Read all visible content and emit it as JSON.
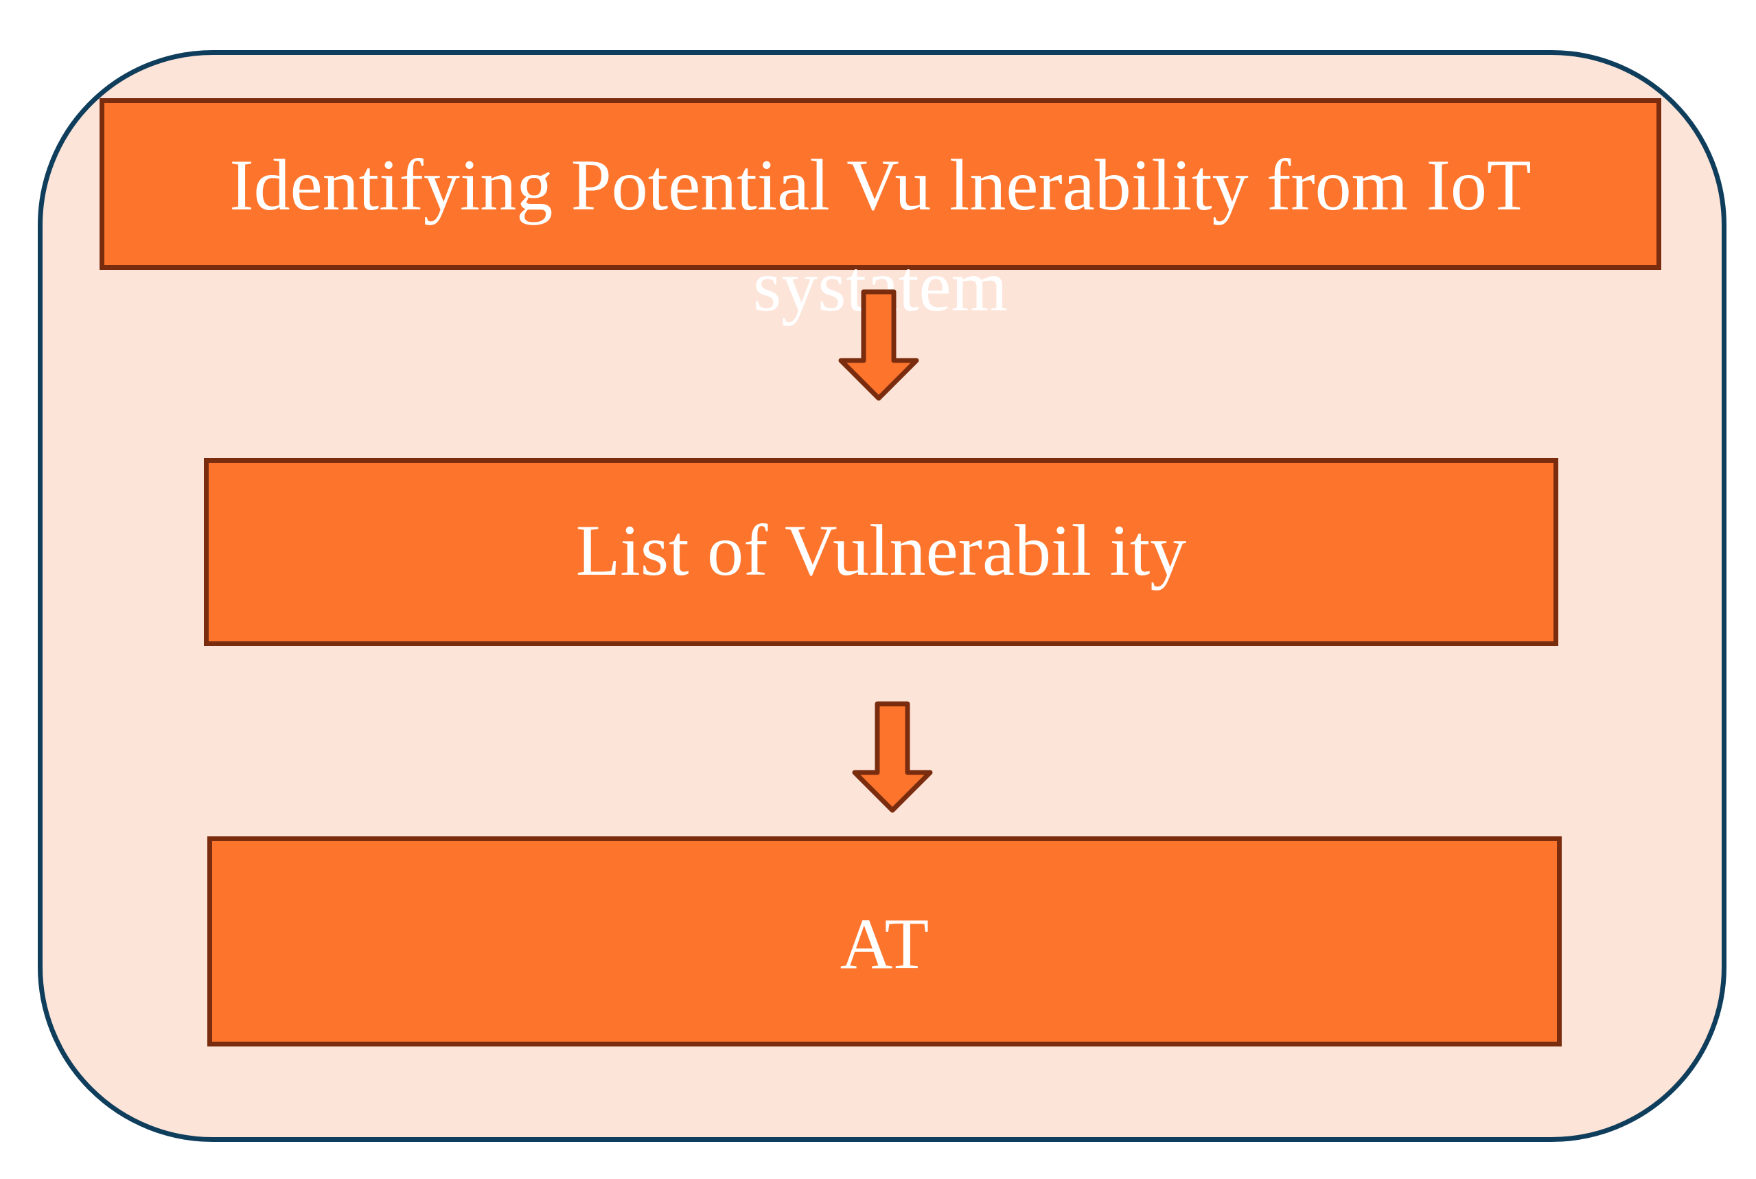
{
  "diagram": {
    "steps": [
      {
        "line1": "Identifying Potential Vu  lnerability  from IoT",
        "line2": "systatem"
      },
      {
        "label": "List of Vulnerabil ity"
      },
      {
        "label": "AT"
      }
    ],
    "colors": {
      "background": "#fde4d8",
      "outer_border": "#0f3d5c",
      "box_fill": "#fd752c",
      "box_border": "#7a2c0f",
      "text": "#ffffff"
    },
    "icons": [
      "down-arrow-icon",
      "down-arrow-icon"
    ]
  }
}
